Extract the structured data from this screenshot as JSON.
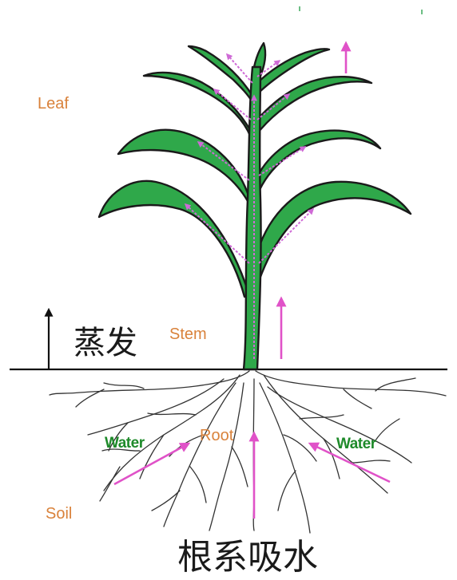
{
  "labels": {
    "leaf": "Leaf",
    "stem": "Stem",
    "root": "Root",
    "soil": "Soil",
    "water_left": "Water",
    "water_right": "Water",
    "evaporation": "蒸发",
    "root_absorption": "根系吸水"
  },
  "colors": {
    "leaf_fill": "#2fa84a",
    "outline": "#1a1a1a",
    "flow_arrow": "#e052c8",
    "label_orange": "#d9823b",
    "label_green": "#1e8a2a",
    "root_stroke": "#333333"
  },
  "icons": {
    "evaporation_arrow": "arrow-up-icon"
  }
}
